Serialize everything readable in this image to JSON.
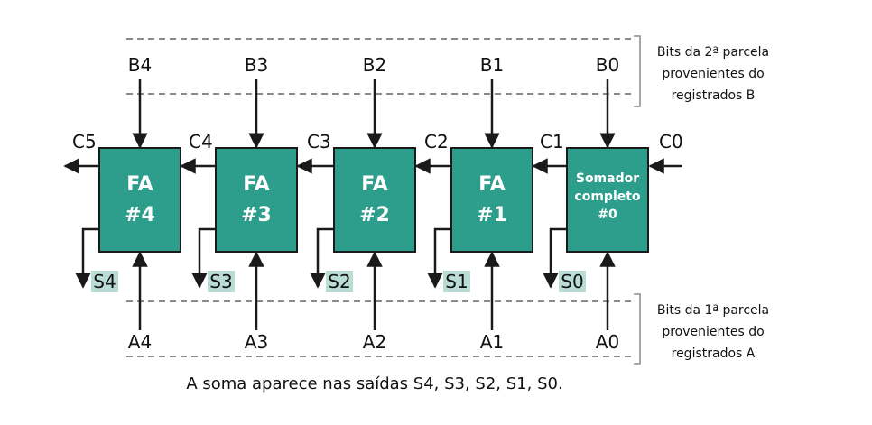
{
  "adders": [
    {
      "lines": [
        "FA",
        "#4"
      ],
      "b": "B4",
      "a": "A4",
      "cout": "C5",
      "s": "S4"
    },
    {
      "lines": [
        "FA",
        "#3"
      ],
      "b": "B3",
      "a": "A3",
      "cout": "C4",
      "s": "S3"
    },
    {
      "lines": [
        "FA",
        "#2"
      ],
      "b": "B2",
      "a": "A2",
      "cout": "C3",
      "s": "S2"
    },
    {
      "lines": [
        "FA",
        "#1"
      ],
      "b": "B1",
      "a": "A1",
      "cout": "C2",
      "s": "S1"
    },
    {
      "lines": [
        "Somador",
        "completo",
        "#0"
      ],
      "b": "B0",
      "a": "A0",
      "cout": "C1",
      "s": "S0"
    }
  ],
  "carry_in": "C0",
  "register_b_note": [
    "Bits da 2ª parcela",
    "provenientes do",
    "registrados B"
  ],
  "register_a_note": [
    "Bits da 1ª parcela",
    "provenientes do",
    "registrados A"
  ],
  "caption": "A soma aparece nas saídas S4, S3, S2, S1, S0.",
  "colors": {
    "box_fill": "#2e9e8c",
    "box_stroke": "#1a1a1a",
    "sum_highlight": "#b9dcd5",
    "line": "#1a1a1a",
    "dashed": "#8a8a8a"
  }
}
